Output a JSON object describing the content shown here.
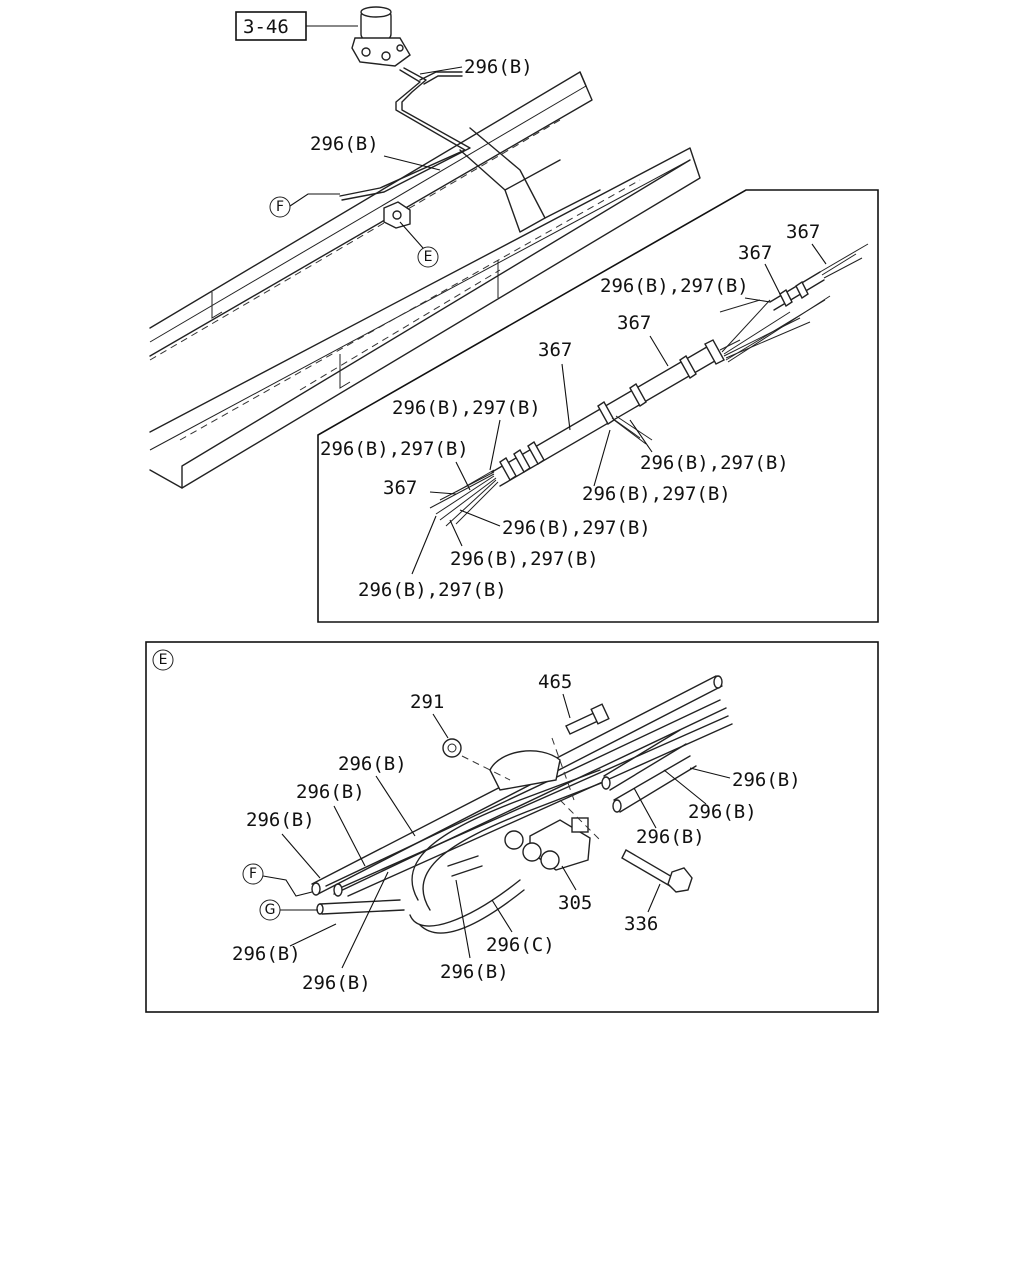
{
  "ref_box": "3-46",
  "callouts": {
    "F": "F",
    "E": "E",
    "G": "G"
  },
  "labels": {
    "p296b": "296(B)",
    "p296c": "296(C)",
    "p296b_297b": "296(B),297(B)",
    "p367": "367",
    "p291": "291",
    "p465": "465",
    "p305": "305",
    "p336": "336"
  }
}
